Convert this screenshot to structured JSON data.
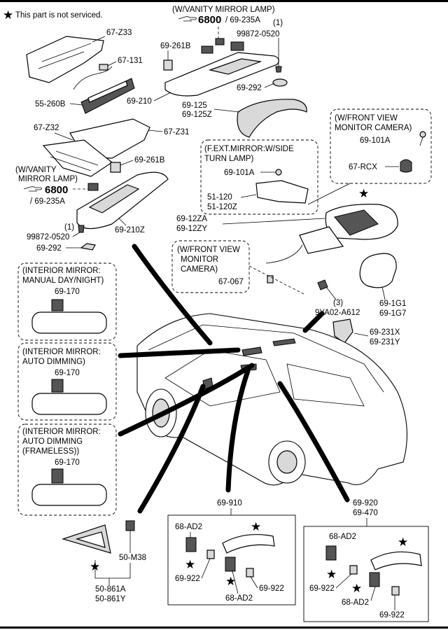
{
  "notice": {
    "star": "★",
    "text": "This part is not serviced."
  },
  "top_lamp": {
    "title": "(W/VANITY MIRROR LAMP)",
    "ref_num": "6800",
    "ref_code": "/ 69-235A"
  },
  "left_lamp": {
    "title1": "(W/VANITY",
    "title2": "MIRROR LAMP)",
    "ref_num": "6800",
    "ref_code": "/ 69-235A"
  },
  "labels": {
    "p67z33": "67-Z33",
    "p67131": "67-131",
    "p55260b": "55-260B",
    "p67z32": "67-Z32",
    "p67z31": "67-Z31",
    "p69261b_top": "69-261B",
    "p69261b_mid": "69-261B",
    "p99872_top": "99872-0520",
    "qty_top": "(1)",
    "p69292_top": "69-292",
    "p69210": "69-210",
    "p69125": "69-125",
    "p69125z": "69-125Z",
    "p69210z": "69-210Z",
    "qty_left": "(1)",
    "p99872_left": "99872-0520",
    "p69292_left": "69-292",
    "p6912za": "69-12ZA",
    "p6912zy": "69-12ZY",
    "p69101a_side": "69-101A",
    "p51120": "51-120",
    "p51120z": "51-120Z",
    "p69101a_cam": "69-101A",
    "p67rcx": "67-RCX",
    "p67067": "67-067",
    "qty_bolt": "(3)",
    "p9ya02": "9YA02-A612",
    "p691g1": "69-1G1",
    "p691g7": "69-1G7",
    "p69231x": "69-231X",
    "p69231y": "69-231Y",
    "p69170_a": "69-170",
    "p69170_b": "69-170",
    "p69170_c": "69-170",
    "p50m38": "50-M38",
    "p50861a": "50-861A",
    "p50861y": "50-861Y",
    "p69910": "69-910",
    "p69920": "69-920",
    "p69470": "69-470",
    "p68ad2_a": "68-AD2",
    "p68ad2_b": "68-AD2",
    "p68ad2_c": "68-AD2",
    "p68ad2_d": "68-AD2",
    "p69922_a": "69-922",
    "p69922_b": "69-922",
    "p69922_c": "69-922",
    "p69922_d": "69-922"
  },
  "boxes": {
    "side_lamp": {
      "line1": "(F.EXT.MIRROR:W/SIDE",
      "line2": "TURN LAMP)"
    },
    "front_cam_top": {
      "line1": "(W/FRONT VIEW",
      "line2": "MONITOR CAMERA)"
    },
    "front_cam_mid": {
      "line1": "(W/FRONT VIEW",
      "line2": "MONITOR",
      "line3": "CAMERA)"
    },
    "mirror_manual": {
      "line1": "(INTERIOR MIRROR:",
      "line2": "MANUAL DAY/NIGHT)"
    },
    "mirror_auto": {
      "line1": "(INTERIOR MIRROR:",
      "line2": "AUTO DIMMING)"
    },
    "mirror_frameless": {
      "line1": "(INTERIOR MIRROR:",
      "line2": "AUTO DIMMING",
      "line3": "(FRAMELESS))"
    }
  },
  "star": "★"
}
